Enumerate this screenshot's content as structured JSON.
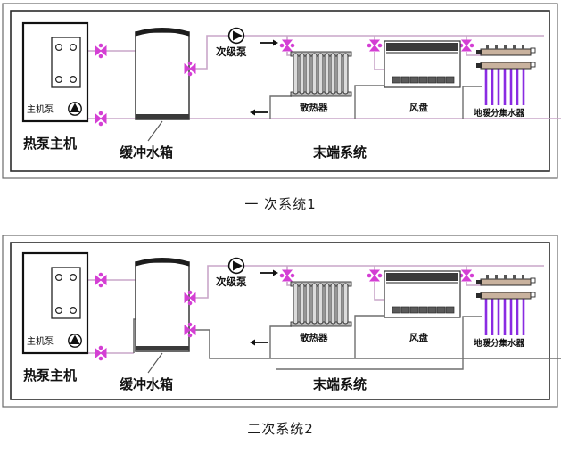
{
  "page": {
    "background_color": "#ffffff",
    "frame_color": "#3a3a3a"
  },
  "colors": {
    "pipe": "#c9a6c9",
    "valve": "#d43fd4",
    "equipment_outline": "#1a1a1a",
    "manifold_tube": "#8a2be2",
    "fan_coil_bar": "#333333",
    "text": "#111111"
  },
  "diagrams": [
    {
      "id": "diagram1",
      "caption": "一 次系统1",
      "sections": {
        "heat_pump": {
          "label": "热泵主机",
          "pump_label": "主机泵",
          "pump_icon": "pump-triangle-icon",
          "exchanger_icon": "plate-heat-exchanger-icon",
          "port_count": 4
        },
        "buffer_tank": {
          "label": "缓冲水箱",
          "icon": "buffer-tank-icon"
        },
        "secondary_pump": {
          "label": "次级泵",
          "icon": "pump-circle-icon"
        },
        "terminal_system": {
          "label": "末端系统",
          "units": [
            {
              "label": "散热器",
              "icon": "radiator-icon",
              "fin_count": 9
            },
            {
              "label": "风盘",
              "icon": "fan-coil-icon"
            },
            {
              "label": "地暖分集水器",
              "icon": "floor-heating-manifold-icon",
              "riser_count": 7
            }
          ]
        }
      },
      "flow_arrows": [
        {
          "name": "supply-flow-arrow",
          "direction": "right"
        },
        {
          "name": "return-flow-arrow",
          "direction": "left"
        }
      ],
      "valve_count": 6,
      "tank_valves": 1
    },
    {
      "id": "diagram2",
      "caption": "二次系统2",
      "sections": {
        "heat_pump": {
          "label": "热泵主机",
          "pump_label": "主机泵",
          "pump_icon": "pump-triangle-icon",
          "exchanger_icon": "plate-heat-exchanger-icon",
          "port_count": 4
        },
        "buffer_tank": {
          "label": "缓冲水箱",
          "icon": "buffer-tank-icon"
        },
        "secondary_pump": {
          "label": "次级泵",
          "icon": "pump-circle-icon"
        },
        "terminal_system": {
          "label": "末端系统",
          "units": [
            {
              "label": "散热器",
              "icon": "radiator-icon",
              "fin_count": 9
            },
            {
              "label": "风盘",
              "icon": "fan-coil-icon"
            },
            {
              "label": "地暖分集水器",
              "icon": "floor-heating-manifold-icon",
              "riser_count": 7
            }
          ]
        }
      },
      "flow_arrows": [
        {
          "name": "supply-flow-arrow",
          "direction": "right"
        },
        {
          "name": "return-flow-arrow",
          "direction": "left"
        }
      ],
      "valve_count": 6,
      "tank_valves": 2
    }
  ]
}
